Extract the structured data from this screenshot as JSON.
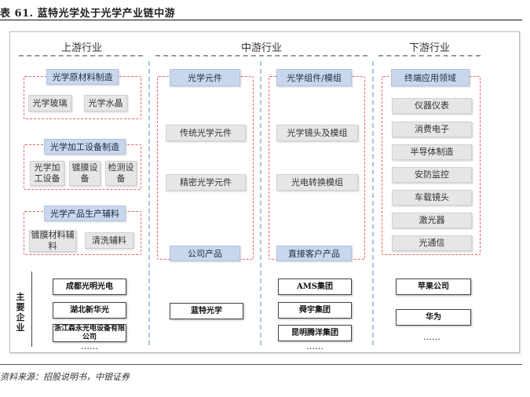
{
  "caption": "表 61. 蓝特光学处于光学产业链中游",
  "sections": {
    "upstream": "上游行业",
    "midstream": "中游行业",
    "downstream": "下游行业"
  },
  "upstream": {
    "group1": {
      "title": "光学原材料制造",
      "items": [
        "光学玻璃",
        "光学水晶"
      ]
    },
    "group2": {
      "title": "光学加工设备制造",
      "items": [
        "光学加工设备",
        "镀膜设备",
        "检测设备"
      ]
    },
    "group3": {
      "title": "光学产品生产辅料",
      "items": [
        "镀膜材料辅料",
        "清洗辅料"
      ]
    }
  },
  "mid_a": {
    "title": "光学元件",
    "items": [
      "传统光学元件",
      "精密光学元件"
    ],
    "footer": "公司产品"
  },
  "mid_b": {
    "title": "光学组件/模组",
    "items": [
      "光学镜头及模组",
      "光电转换模组"
    ],
    "footer": "直接客户产品"
  },
  "downstream": {
    "title": "终端应用领域",
    "items": [
      "仪器仪表",
      "消费电子",
      "半导体制造",
      "安防监控",
      "车载镜头",
      "激光器",
      "光通信"
    ]
  },
  "companies": {
    "label": "主要企业",
    "upstream": [
      "成都光明光电",
      "湖北新华光",
      "浙江森永光电设备有限公司"
    ],
    "mid_a": [
      "蓝特光学"
    ],
    "mid_b": [
      "AMS集团",
      "舜宇集团",
      "昆明腾洋集团"
    ],
    "downstream": [
      "苹果公司",
      "华为"
    ],
    "more": "……"
  },
  "source": "资料来源：招股说明书，中银证券"
}
